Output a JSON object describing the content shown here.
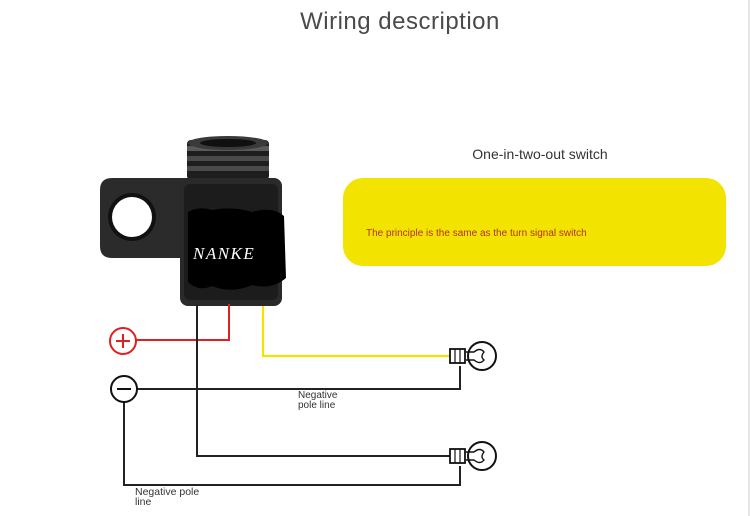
{
  "title": "Wiring description",
  "switch_label": "One-in-two-out switch",
  "note": "The principle is the same as the turn signal switch",
  "brand": "NANKE",
  "wire_labels": {
    "negative_upper": "Negative\npole line",
    "negative_lower": "Negative pole\nline"
  },
  "terminals": {
    "positive": "+",
    "negative": "−"
  },
  "colors": {
    "positive_wire": "#e02020",
    "signal_wire": "#f2e300",
    "negative_wire": "#222222",
    "note_panel": "#f2e300",
    "note_text": "#b1322f"
  }
}
